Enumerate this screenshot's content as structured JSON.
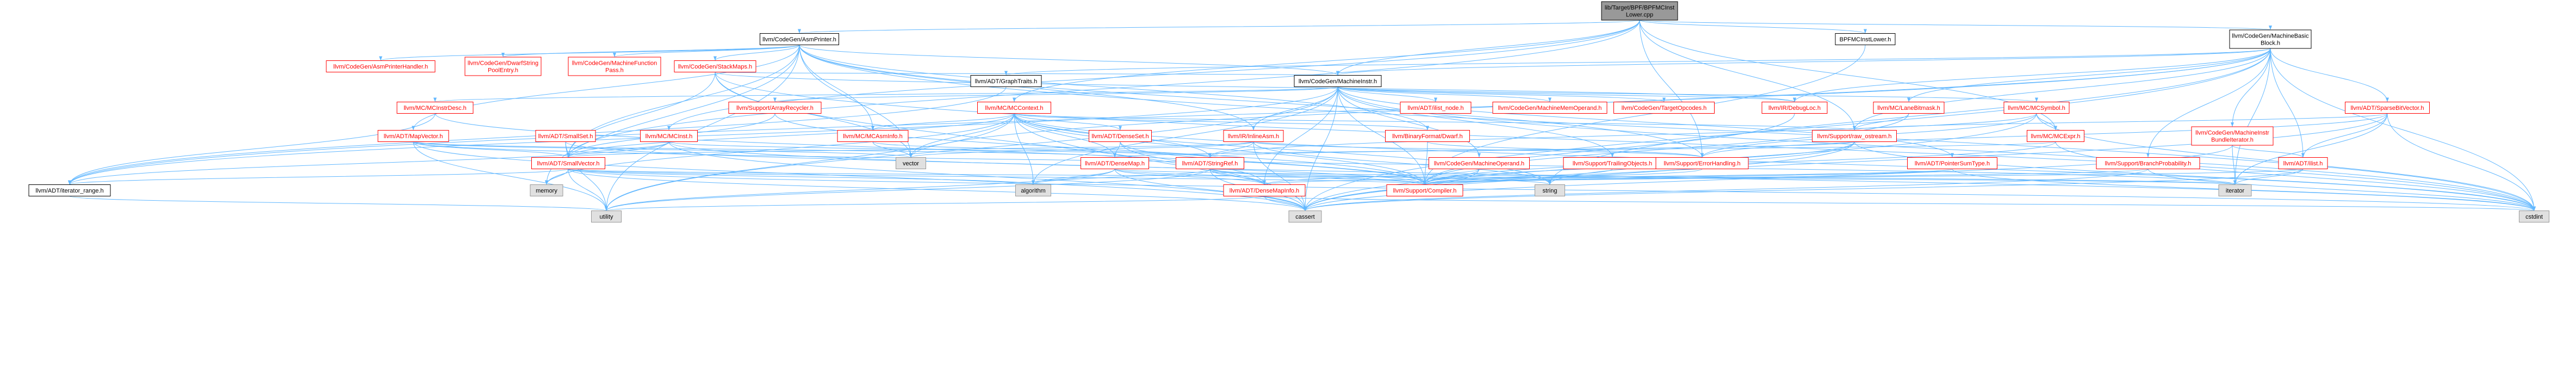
{
  "colors": {
    "edge": "#63B8FF",
    "root_fill": "#999999",
    "root_text": "#000000",
    "linked_fill": "#ffffff",
    "linked_border": "#ff0000",
    "linked_text": "#ff0000",
    "plain_fill": "#ffffff",
    "plain_border": "#000000",
    "plain_text": "#000000",
    "std_fill": "#e0e0e0",
    "std_border": "#999999",
    "std_text": "#000000"
  },
  "nodes": [
    {
      "id": "root",
      "lines": [
        "lib/Target/BPF/BPFMCInst",
        "Lower.cpp"
      ],
      "kind": "root"
    },
    {
      "id": "asmprinter",
      "lines": [
        "llvm/CodeGen/AsmPrinter.h"
      ],
      "kind": "plain"
    },
    {
      "id": "bpfmcinstlower",
      "lines": [
        "BPFMCInstLower.h"
      ],
      "kind": "plain"
    },
    {
      "id": "mbb",
      "lines": [
        "llvm/CodeGen/MachineBasic",
        "Block.h"
      ],
      "kind": "plain"
    },
    {
      "id": "asmprinterhandler",
      "lines": [
        "llvm/CodeGen/AsmPrinterHandler.h"
      ],
      "kind": "linked"
    },
    {
      "id": "dwarfstring",
      "lines": [
        "llvm/CodeGen/DwarfString",
        "PoolEntry.h"
      ],
      "kind": "linked"
    },
    {
      "id": "mfpass",
      "lines": [
        "llvm/CodeGen/MachineFunction",
        "Pass.h"
      ],
      "kind": "linked"
    },
    {
      "id": "stackmaps",
      "lines": [
        "llvm/CodeGen/StackMaps.h"
      ],
      "kind": "linked"
    },
    {
      "id": "graphtraits",
      "lines": [
        "llvm/ADT/GraphTraits.h"
      ],
      "kind": "plain"
    },
    {
      "id": "machineinstr",
      "lines": [
        "llvm/CodeGen/MachineInstr.h"
      ],
      "kind": "plain"
    },
    {
      "id": "mcinstrdesc",
      "lines": [
        "llvm/MC/MCInstrDesc.h"
      ],
      "kind": "linked"
    },
    {
      "id": "arrayrecycler",
      "lines": [
        "llvm/Support/ArrayRecycler.h"
      ],
      "kind": "linked"
    },
    {
      "id": "mccontext",
      "lines": [
        "llvm/MC/MCContext.h"
      ],
      "kind": "linked"
    },
    {
      "id": "ilistnode",
      "lines": [
        "llvm/ADT/ilist_node.h"
      ],
      "kind": "linked"
    },
    {
      "id": "mmo",
      "lines": [
        "llvm/CodeGen/MachineMemOperand.h"
      ],
      "kind": "linked"
    },
    {
      "id": "targetopcodes",
      "lines": [
        "llvm/CodeGen/TargetOpcodes.h"
      ],
      "kind": "linked"
    },
    {
      "id": "debugloc",
      "lines": [
        "llvm/IR/DebugLoc.h"
      ],
      "kind": "linked"
    },
    {
      "id": "lanebitmask",
      "lines": [
        "llvm/MC/LaneBitmask.h"
      ],
      "kind": "linked"
    },
    {
      "id": "mcsymbol",
      "lines": [
        "llvm/MC/MCSymbol.h"
      ],
      "kind": "linked"
    },
    {
      "id": "sparsebitvector",
      "lines": [
        "llvm/ADT/SparseBitVector.h"
      ],
      "kind": "linked"
    },
    {
      "id": "mapvector",
      "lines": [
        "llvm/ADT/MapVector.h"
      ],
      "kind": "linked"
    },
    {
      "id": "smallset",
      "lines": [
        "llvm/ADT/SmallSet.h"
      ],
      "kind": "linked"
    },
    {
      "id": "mcinst",
      "lines": [
        "llvm/MC/MCInst.h"
      ],
      "kind": "linked"
    },
    {
      "id": "mcasminfo",
      "lines": [
        "llvm/MC/MCAsmInfo.h"
      ],
      "kind": "linked"
    },
    {
      "id": "denseset",
      "lines": [
        "llvm/ADT/DenseSet.h"
      ],
      "kind": "linked"
    },
    {
      "id": "inlineasm",
      "lines": [
        "llvm/IR/InlineAsm.h"
      ],
      "kind": "linked"
    },
    {
      "id": "binaryformatdwarf",
      "lines": [
        "llvm/BinaryFormat/Dwarf.h"
      ],
      "kind": "linked"
    },
    {
      "id": "rawostream",
      "lines": [
        "llvm/Support/raw_ostream.h"
      ],
      "kind": "linked"
    },
    {
      "id": "mcexpr",
      "lines": [
        "llvm/MC/MCExpr.h"
      ],
      "kind": "linked"
    },
    {
      "id": "mibundleiter",
      "lines": [
        "llvm/CodeGen/MachineInstr",
        "BundleIterator.h"
      ],
      "kind": "linked"
    },
    {
      "id": "ilist",
      "lines": [
        "llvm/ADT/ilist.h"
      ],
      "kind": "linked"
    },
    {
      "id": "smallvector",
      "lines": [
        "llvm/ADT/SmallVector.h"
      ],
      "kind": "linked"
    },
    {
      "id": "vector",
      "lines": [
        "vector"
      ],
      "kind": "std"
    },
    {
      "id": "densemap",
      "lines": [
        "llvm/ADT/DenseMap.h"
      ],
      "kind": "linked"
    },
    {
      "id": "stringref",
      "lines": [
        "llvm/ADT/StringRef.h"
      ],
      "kind": "linked"
    },
    {
      "id": "machineoperand",
      "lines": [
        "llvm/CodeGen/MachineOperand.h"
      ],
      "kind": "linked"
    },
    {
      "id": "trailingobjects",
      "lines": [
        "llvm/Support/TrailingObjects.h"
      ],
      "kind": "linked"
    },
    {
      "id": "errorhandling",
      "lines": [
        "llvm/Support/ErrorHandling.h"
      ],
      "kind": "linked"
    },
    {
      "id": "pointersumtype",
      "lines": [
        "llvm/ADT/PointerSumType.h"
      ],
      "kind": "linked"
    },
    {
      "id": "branchprobability",
      "lines": [
        "llvm/Support/BranchProbability.h"
      ],
      "kind": "linked"
    },
    {
      "id": "iteratorrange",
      "lines": [
        "llvm/ADT/iterator_range.h"
      ],
      "kind": "plain"
    },
    {
      "id": "memory",
      "lines": [
        "memory"
      ],
      "kind": "std"
    },
    {
      "id": "algorithm",
      "lines": [
        "algorithm"
      ],
      "kind": "std"
    },
    {
      "id": "utility",
      "lines": [
        "utility"
      ],
      "kind": "std"
    },
    {
      "id": "densemapinfo",
      "lines": [
        "llvm/ADT/DenseMapInfo.h"
      ],
      "kind": "linked"
    },
    {
      "id": "compiler",
      "lines": [
        "llvm/Support/Compiler.h"
      ],
      "kind": "linked"
    },
    {
      "id": "string",
      "lines": [
        "string"
      ],
      "kind": "std"
    },
    {
      "id": "cassert",
      "lines": [
        "cassert"
      ],
      "kind": "std"
    },
    {
      "id": "iterator",
      "lines": [
        "iterator"
      ],
      "kind": "std"
    },
    {
      "id": "cstdint",
      "lines": [
        "cstdint"
      ],
      "kind": "std"
    }
  ],
  "edges": [
    [
      "root",
      "asmprinter"
    ],
    [
      "root",
      "bpfmcinstlower"
    ],
    [
      "root",
      "mbb"
    ],
    [
      "root",
      "machineinstr"
    ],
    [
      "root",
      "mccontext"
    ],
    [
      "root",
      "mcinst"
    ],
    [
      "root",
      "rawostream"
    ],
    [
      "root",
      "errorhandling"
    ],
    [
      "root",
      "smallvector"
    ],
    [
      "root",
      "mcexpr"
    ],
    [
      "asmprinter",
      "asmprinterhandler"
    ],
    [
      "asmprinter",
      "dwarfstring"
    ],
    [
      "asmprinter",
      "mfpass"
    ],
    [
      "asmprinter",
      "stackmaps"
    ],
    [
      "asmprinter",
      "mapvector"
    ],
    [
      "asmprinter",
      "smallvector"
    ],
    [
      "asmprinter",
      "machineinstr"
    ],
    [
      "asmprinter",
      "mcasminfo"
    ],
    [
      "asmprinter",
      "inlineasm"
    ],
    [
      "asmprinter",
      "binaryformatdwarf"
    ],
    [
      "asmprinter",
      "errorhandling"
    ],
    [
      "asmprinter",
      "memory"
    ],
    [
      "asmprinter",
      "utility"
    ],
    [
      "asmprinter",
      "vector"
    ],
    [
      "asmprinter",
      "cstdint"
    ],
    [
      "bpfmcinstlower",
      "compiler"
    ],
    [
      "mbb",
      "graphtraits"
    ],
    [
      "mbb",
      "sparsebitvector"
    ],
    [
      "mbb",
      "ilist"
    ],
    [
      "mbb",
      "iteratorrange"
    ],
    [
      "mbb",
      "mibundleiter"
    ],
    [
      "mbb",
      "machineinstr"
    ],
    [
      "mbb",
      "debugloc"
    ],
    [
      "mbb",
      "lanebitmask"
    ],
    [
      "mbb",
      "branchprobability"
    ],
    [
      "mbb",
      "rawostream"
    ],
    [
      "mbb",
      "cassert"
    ],
    [
      "mbb",
      "cstdint"
    ],
    [
      "mbb",
      "iterator"
    ],
    [
      "mbb",
      "string"
    ],
    [
      "mbb",
      "vector"
    ],
    [
      "stackmaps",
      "smallvector"
    ],
    [
      "stackmaps",
      "machineinstr"
    ],
    [
      "stackmaps",
      "debugloc"
    ],
    [
      "stackmaps",
      "cassert"
    ],
    [
      "stackmaps",
      "cstdint"
    ],
    [
      "stackmaps",
      "vector"
    ],
    [
      "graphtraits",
      "iteratorrange"
    ],
    [
      "machineinstr",
      "densemapinfo"
    ],
    [
      "machineinstr",
      "pointersumtype"
    ],
    [
      "machineinstr",
      "arrayrecycler"
    ],
    [
      "machineinstr",
      "ilistnode"
    ],
    [
      "machineinstr",
      "iteratorrange"
    ],
    [
      "machineinstr",
      "machineoperand"
    ],
    [
      "machineinstr",
      "mmo"
    ],
    [
      "machineinstr",
      "targetopcodes"
    ],
    [
      "machineinstr",
      "debugloc"
    ],
    [
      "machineinstr",
      "inlineasm"
    ],
    [
      "machineinstr",
      "mcinstrdesc"
    ],
    [
      "machineinstr",
      "mcsymbol"
    ],
    [
      "machineinstr",
      "trailingobjects"
    ],
    [
      "machineinstr",
      "algorithm"
    ],
    [
      "machineinstr",
      "cassert"
    ],
    [
      "machineinstr",
      "cstdint"
    ],
    [
      "machineinstr",
      "utility"
    ],
    [
      "machineinstr",
      "compiler"
    ],
    [
      "mcinstrdesc",
      "iteratorrange"
    ],
    [
      "mcinstrdesc",
      "compiler"
    ],
    [
      "arrayrecycler",
      "smallvector"
    ],
    [
      "arrayrecycler",
      "compiler"
    ],
    [
      "mccontext",
      "densemap"
    ],
    [
      "mccontext",
      "smallvector"
    ],
    [
      "mccontext",
      "stringref"
    ],
    [
      "mccontext",
      "mcasminfo"
    ],
    [
      "mccontext",
      "binaryformatdwarf"
    ],
    [
      "mccontext",
      "compiler"
    ],
    [
      "mccontext",
      "rawostream"
    ],
    [
      "mccontext",
      "algorithm"
    ],
    [
      "mccontext",
      "cassert"
    ],
    [
      "mccontext",
      "cstdint"
    ],
    [
      "mccontext",
      "string"
    ],
    [
      "mccontext",
      "utility"
    ],
    [
      "mccontext",
      "vector"
    ],
    [
      "mccontext",
      "memory"
    ],
    [
      "mccontext",
      "denseset"
    ],
    [
      "debugloc",
      "compiler"
    ],
    [
      "lanebitmask",
      "compiler"
    ],
    [
      "lanebitmask",
      "rawostream"
    ],
    [
      "mcsymbol",
      "stringref"
    ],
    [
      "mcsymbol",
      "mcexpr"
    ],
    [
      "mcsymbol",
      "errorhandling"
    ],
    [
      "mcsymbol",
      "cassert"
    ],
    [
      "mcsymbol",
      "cstdint"
    ],
    [
      "sparsebitvector",
      "ilist"
    ],
    [
      "sparsebitvector",
      "errorhandling"
    ],
    [
      "sparsebitvector",
      "rawostream"
    ],
    [
      "sparsebitvector",
      "cassert"
    ],
    [
      "sparsebitvector",
      "cstdint"
    ],
    [
      "sparsebitvector",
      "iterator"
    ],
    [
      "mapvector",
      "densemap"
    ],
    [
      "mapvector",
      "smallvector"
    ],
    [
      "mapvector",
      "cassert"
    ],
    [
      "mapvector",
      "iterator"
    ],
    [
      "mapvector",
      "utility"
    ],
    [
      "mapvector",
      "vector"
    ],
    [
      "smallset",
      "smallvector"
    ],
    [
      "smallset",
      "compiler"
    ],
    [
      "smallset",
      "utility"
    ],
    [
      "mcinst",
      "smallvector"
    ],
    [
      "mcinst",
      "stringref"
    ],
    [
      "mcinst",
      "cassert"
    ],
    [
      "mcinst",
      "cstdint"
    ],
    [
      "mcinst",
      "iteratorrange"
    ],
    [
      "mcasminfo",
      "vector"
    ],
    [
      "mcasminfo",
      "stringref"
    ],
    [
      "denseset",
      "densemap"
    ],
    [
      "denseset",
      "densemapinfo"
    ],
    [
      "denseset",
      "compiler"
    ],
    [
      "inlineasm",
      "smallvector"
    ],
    [
      "inlineasm",
      "stringref"
    ],
    [
      "inlineasm",
      "errorhandling"
    ],
    [
      "inlineasm",
      "cassert"
    ],
    [
      "inlineasm",
      "string"
    ],
    [
      "inlineasm",
      "vector"
    ],
    [
      "binaryformatdwarf",
      "errorhandling"
    ],
    [
      "binaryformatdwarf",
      "compiler"
    ],
    [
      "rawostream",
      "stringref"
    ],
    [
      "rawostream",
      "compiler"
    ],
    [
      "rawostream",
      "cassert"
    ],
    [
      "rawostream",
      "cstdint"
    ],
    [
      "rawostream",
      "string"
    ],
    [
      "mcexpr",
      "densemap"
    ],
    [
      "mcexpr",
      "compiler"
    ],
    [
      "mcexpr",
      "cstdint"
    ],
    [
      "mibundleiter",
      "ilist"
    ],
    [
      "mibundleiter",
      "cassert"
    ],
    [
      "mibundleiter",
      "iterator"
    ],
    [
      "ilist",
      "compiler"
    ],
    [
      "ilist",
      "cassert"
    ],
    [
      "ilist",
      "iterator"
    ],
    [
      "smallvector",
      "compiler"
    ],
    [
      "smallvector",
      "algorithm"
    ],
    [
      "smallvector",
      "cassert"
    ],
    [
      "smallvector",
      "cstdint"
    ],
    [
      "smallvector",
      "iterator"
    ],
    [
      "smallvector",
      "memory"
    ],
    [
      "smallvector",
      "utility"
    ],
    [
      "smallvector",
      "iteratorrange"
    ],
    [
      "densemap",
      "densemapinfo"
    ],
    [
      "densemap",
      "compiler"
    ],
    [
      "densemap",
      "algorithm"
    ],
    [
      "densemap",
      "cassert"
    ],
    [
      "densemap",
      "iterator"
    ],
    [
      "densemap",
      "utility"
    ],
    [
      "stringref",
      "densemapinfo"
    ],
    [
      "stringref",
      "compiler"
    ],
    [
      "stringref",
      "algorithm"
    ],
    [
      "stringref",
      "cassert"
    ],
    [
      "stringref",
      "string"
    ],
    [
      "stringref",
      "utility"
    ],
    [
      "machineoperand",
      "densemapinfo"
    ],
    [
      "machineoperand",
      "compiler"
    ],
    [
      "machineoperand",
      "cassert"
    ],
    [
      "trailingobjects",
      "compiler"
    ],
    [
      "errorhandling",
      "compiler"
    ],
    [
      "pointersumtype",
      "densemapinfo"
    ],
    [
      "pointersumtype",
      "compiler"
    ],
    [
      "pointersumtype",
      "cstdint"
    ],
    [
      "branchprobability",
      "compiler"
    ],
    [
      "branchprobability",
      "cassert"
    ],
    [
      "branchprobability",
      "cstdint"
    ],
    [
      "iteratorrange",
      "utility"
    ],
    [
      "densemapinfo",
      "cassert"
    ],
    [
      "densemapinfo",
      "cstdint"
    ],
    [
      "densemapinfo",
      "utility"
    ]
  ]
}
